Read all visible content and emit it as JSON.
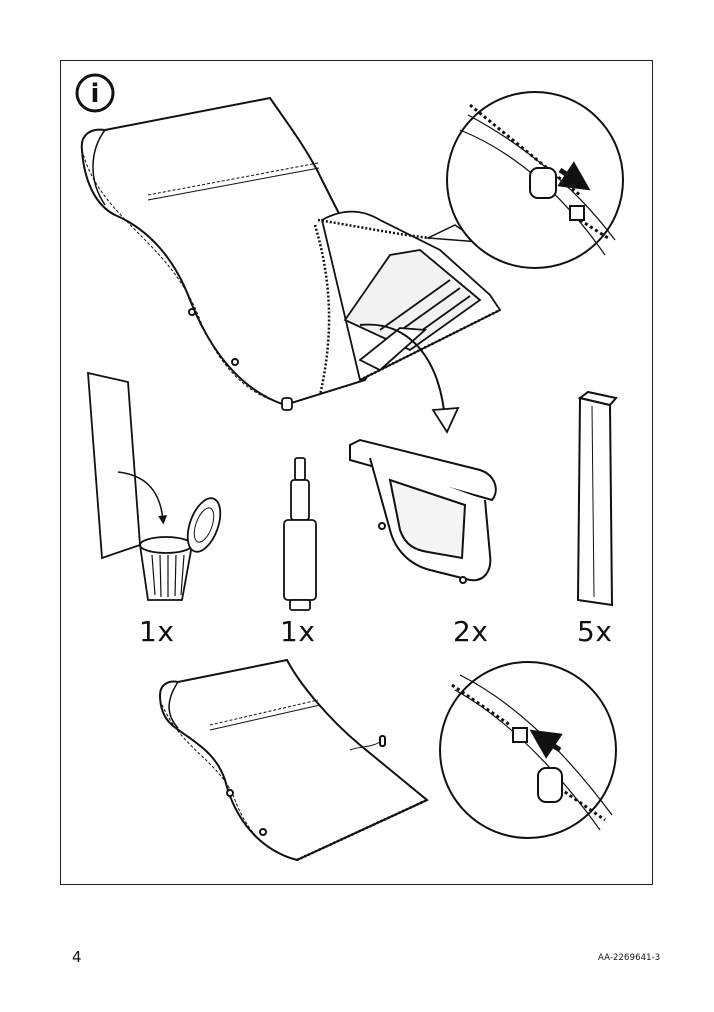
{
  "info_symbol": "i",
  "icon": "info-icon",
  "quantities": {
    "bag_disposal": "1x",
    "gas_cylinder": "1x",
    "armrest": "2x",
    "rail": "5x"
  },
  "footer": {
    "page_number": "4",
    "document_code": "AA-2269641-3"
  }
}
